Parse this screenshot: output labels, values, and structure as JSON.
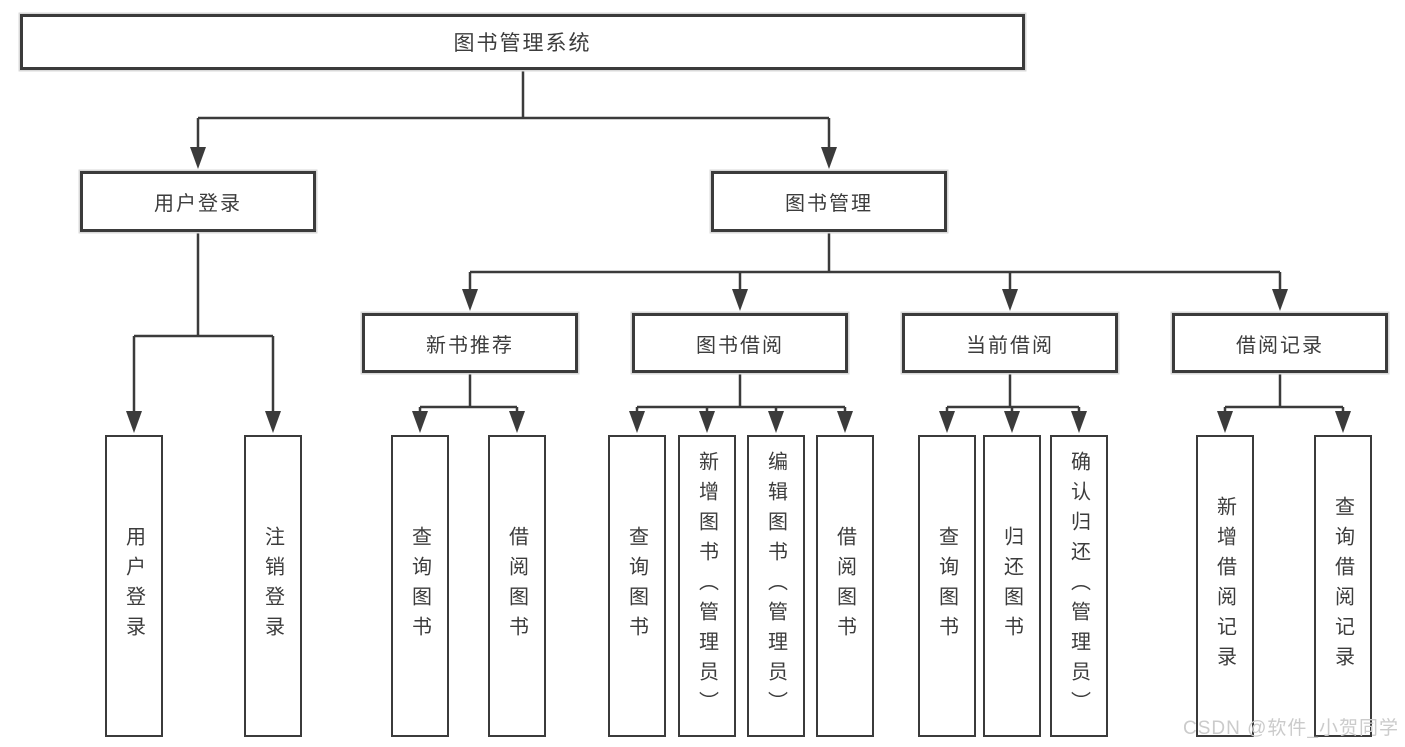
{
  "diagram_title": "图书管理系统",
  "tree": {
    "label": "图书管理系统",
    "children": [
      {
        "label": "用户登录",
        "children": [
          {
            "label": "用户登录"
          },
          {
            "label": "注销登录"
          }
        ]
      },
      {
        "label": "图书管理",
        "children": [
          {
            "label": "新书推荐",
            "children": [
              {
                "label": "查询图书"
              },
              {
                "label": "借阅图书"
              }
            ]
          },
          {
            "label": "图书借阅",
            "children": [
              {
                "label": "查询图书"
              },
              {
                "label": "新增图书（管理员）"
              },
              {
                "label": "编辑图书（管理员）"
              },
              {
                "label": "借阅图书"
              }
            ]
          },
          {
            "label": "当前借阅",
            "children": [
              {
                "label": "查询图书"
              },
              {
                "label": "归还图书"
              },
              {
                "label": "确认归还（管理员）"
              }
            ]
          },
          {
            "label": "借阅记录",
            "children": [
              {
                "label": "新增借阅记录"
              },
              {
                "label": "查询借阅记录"
              }
            ]
          }
        ]
      }
    ]
  },
  "watermark": {
    "text": "CSDN @软件_小贺同学"
  },
  "colors": {
    "line_color": "#3b3b3b",
    "text_color": "#3c3c3c",
    "box_fill": "#ffffff",
    "watermark_color": "#cbcbcb",
    "background": "#ffffff"
  }
}
